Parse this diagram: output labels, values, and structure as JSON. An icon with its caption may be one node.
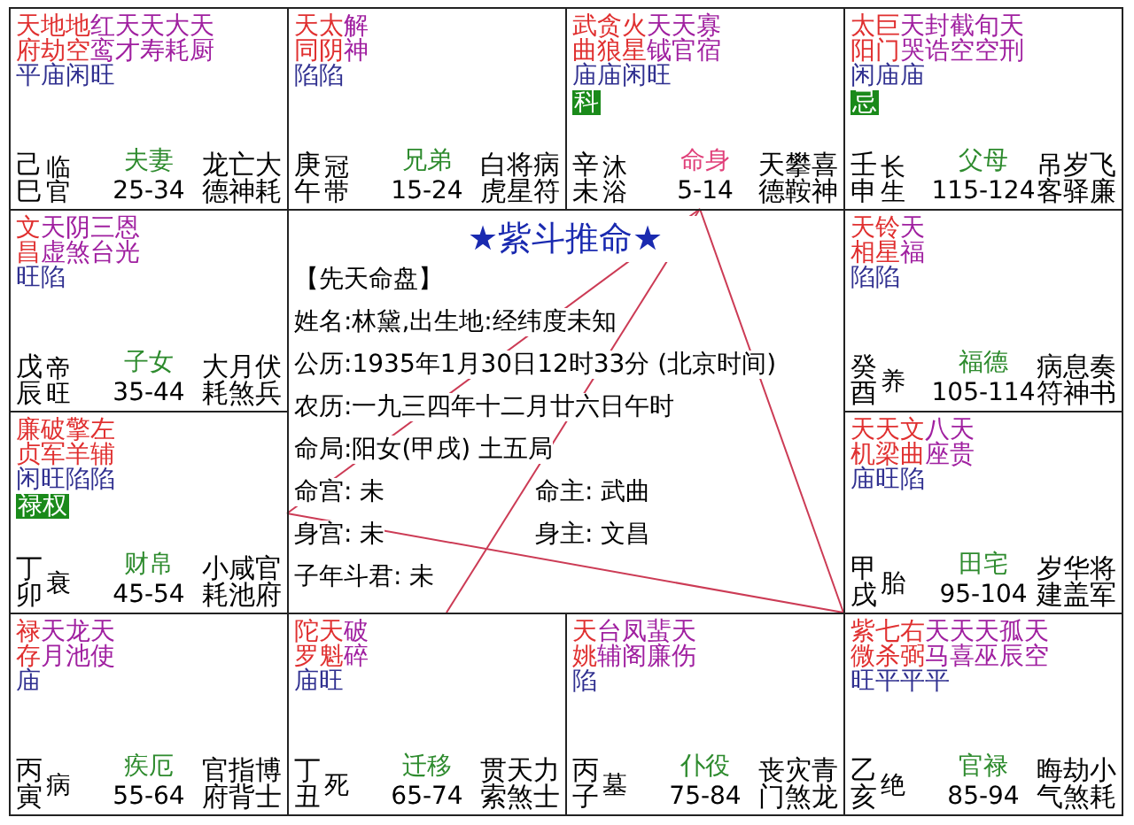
{
  "diagram": {
    "nodes": [
      {
        "text": [
          "天地地红天天大天府劫空鸾才寿耗厨",
          "平庙闲旺",
          "己巳",
          "临官",
          "夫妻",
          "25-34",
          "龙亡大德神耗"
        ]
      },
      {
        "text": [
          "天太解同阴神",
          "陷陷",
          "庚午",
          "冠带",
          "兄弟",
          "15-24",
          "白将病虎星符"
        ]
      },
      {
        "text": [
          "武贪火天天寡曲狼星钺官宿",
          "庙庙闲旺",
          "科",
          "辛未",
          "沐浴",
          "命身",
          "5-14",
          "天攀喜德鞍神"
        ]
      },
      {
        "text": [
          "太巨天封截旬天阳门哭诰空空刑",
          "闲庙庙",
          "忌",
          "壬申",
          "长生",
          "父母",
          "115-124",
          "吊岁飞客驿廉"
        ]
      },
      {
        "text": [
          "文天阴三恩昌虚煞台光",
          "旺陷",
          "戊辰",
          "帝旺",
          "子女",
          "35-44",
          "大月伏耗煞兵"
        ]
      },
      {
        "text": [
          "天铃天相星福",
          "陷陷",
          "癸酉",
          "养",
          "福德",
          "105-114",
          "病息奏符神书"
        ]
      },
      {
        "text": [
          "廉破擎左贞军羊辅",
          "闲旺陷陷",
          "禄权",
          "丁卯",
          "衰",
          "财帛",
          "45-54",
          "小咸官耗池府"
        ]
      },
      {
        "text": [
          "天天文八天机梁曲座贵",
          "庙旺陷",
          "甲戌",
          "胎",
          "田宅",
          "95-104",
          "岁华将建盖军"
        ]
      },
      {
        "text": [
          "禄天龙天存月池使",
          "庙",
          "丙寅",
          "病",
          "疾厄",
          "55-64",
          "官指博府背士"
        ]
      },
      {
        "text": [
          "陀天破罗魁碎",
          "庙旺",
          "丁丑",
          "死",
          "迁移",
          "65-74",
          "贯天力索煞士"
        ]
      },
      {
        "text": [
          "天台凤蜚天姚辅阁廉伤",
          "陷",
          "丙子",
          "墓",
          "仆役",
          "75-84",
          "丧灾青门煞龙"
        ]
      },
      {
        "text": [
          "紫七右天天天孤天微杀弼马喜巫辰空",
          "旺平平平",
          "乙亥",
          "绝",
          "官禄",
          "85-94",
          "晦劫小气煞耗"
        ]
      }
    ],
    "edges": [
      {
        "from": 2,
        "to": 6,
        "arrow": "none"
      },
      {
        "from": 2,
        "to": 11,
        "arrow": "none"
      },
      {
        "from": 6,
        "to": 11,
        "arrow": "none"
      },
      {
        "from": 2,
        "to": 9,
        "arrow": "none"
      }
    ],
    "labels": [
      "★紫斗推命★",
      "【先天命盘】",
      "姓名:林黛,出生地:经纬度未知",
      "公历:1935年1月30日12时33分 (北京时间)",
      "农历:一九三四年十二月廿六日午时",
      "命局:阳女(甲戌)  土五局",
      "命宫: 未",
      "命主: 武曲",
      "身宫: 未",
      "身主: 文昌",
      "子年斗君: 未"
    ]
  }
}
